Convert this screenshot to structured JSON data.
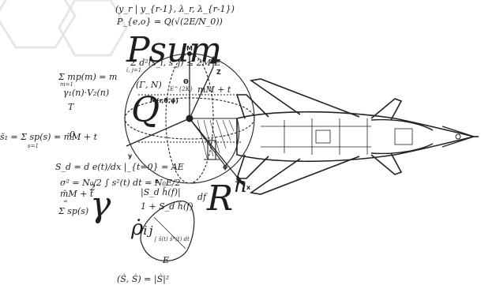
{
  "formulas": {
    "header": "(y_r | y_{r-1}, λ_r, λ_{r-1})",
    "pe": "P_{e,o} = Q(√(2E/N_0))",
    "psum": "Psum",
    "sum_distance": "Σ d²(s_i, s_j) ≤ 2M²E",
    "sum_bounds": "i, j=1",
    "sum_mp": "Σ mp(m) = m",
    "m_eq_1": "m=1",
    "gamma_v": "γ₁(n)·V₂(n)",
    "t_var": "T",
    "gamma_n": "(Γ, N)",
    "e2k": "E^{2K}",
    "q_letter": "Q",
    "r_big": "R",
    "n_letter": "n",
    "s_bar": "s̄₁ = Σ sp(s) = m̄M + t",
    "s1": "s=1",
    "sd": "S_d = d e(t)/dx |_{t=0} = AE",
    "sigma": "σ² = N₀/2 ∫ s²(t) dt = N₀E/2",
    "mm_t": "m̄M + t",
    "sum_sp": "Σ sp(s)",
    "gamma_big": "γ",
    "sdh": "|S_d h̃(f)|",
    "frac_bottom": "1 + S_d h̃(f)",
    "rho": "ρ̇ᵢⱼ",
    "ss": "(Ṡ, Ṡ) = |Ṡ|²",
    "s_integral": "∫ ŝ(t) ŝ*(t) dt",
    "mm_approx": "mM + t",
    "df": "df",
    "zero": "0",
    "fraction_2": "2",
    "e_letter": "E",
    "infinity": "∞"
  },
  "labels": {
    "z_axis": "Z",
    "y_axis": "y",
    "x_axis": "x",
    "m_point": "M(r,θ,φ)",
    "m_short": "M",
    "theta": "Θ",
    "phi": "φ",
    "epsilon": "ε"
  },
  "colors": {
    "ink": "#1e1e1e",
    "bg": "#ffffff",
    "hex_watermark": "#e6e6e6"
  }
}
